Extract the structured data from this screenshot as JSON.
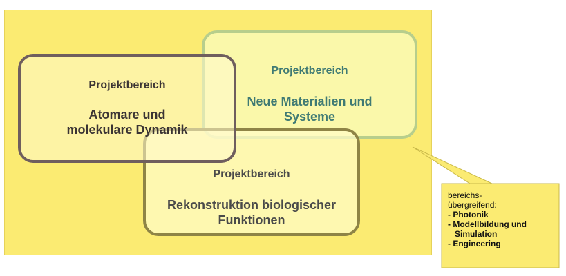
{
  "diagram": {
    "colors": {
      "background_panel": "#fbeb72",
      "callout_fill": "#fbeb72",
      "box_neue_border": "#b7ce8c",
      "box_neue_text": "#3f7a74",
      "box_atom_border": "#6f5e5e",
      "box_rekon_border": "#8e8446"
    },
    "boxes": [
      {
        "label": "Projektbereich",
        "title_line1": "Atomare und",
        "title_line2": "molekulare Dynamik"
      },
      {
        "label": "Projektbereich",
        "title_line1": "Neue Materialien und",
        "title_line2": "Systeme"
      },
      {
        "label": "Projektbereich",
        "title_line1": "Rekonstruktion biologischer",
        "title_line2": "Funktionen"
      }
    ],
    "callout": {
      "line1": "bereichs-",
      "line2": "übergreifend:",
      "items": [
        "- Photonik",
        "- Modellbildung und Simulation",
        "- Engineering"
      ]
    }
  }
}
